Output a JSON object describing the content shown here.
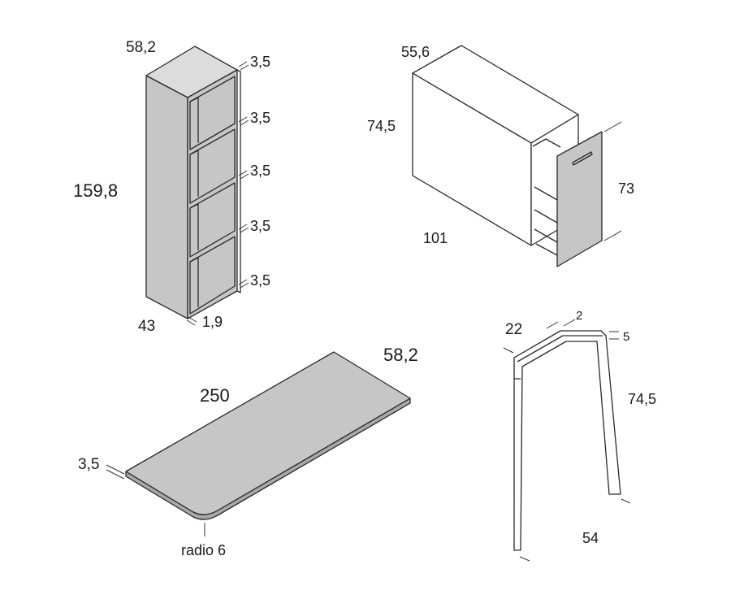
{
  "colors": {
    "panel": "#c6c6c6",
    "panel_dark": "#a8a8a8",
    "panel_light": "#dcdcdc",
    "inner": "#f4f4f4",
    "white": "#ffffff",
    "stroke": "#2a2a2a"
  },
  "bookcase": {
    "width": "58,2",
    "height": "159,8",
    "depth": "43",
    "panel_thickness": "1,9",
    "shelf_thicknesses": [
      "3,5",
      "3,5",
      "3,5",
      "3,5",
      "3,5"
    ]
  },
  "cabinet": {
    "depth": "55,6",
    "height": "74,5",
    "length": "101",
    "drawer_height": "73"
  },
  "tabletop": {
    "length": "250",
    "depth": "58,2",
    "thickness": "3,5",
    "corner_label": "radio 6"
  },
  "leg": {
    "width": "22",
    "tube": "2",
    "top": "5",
    "height": "74,5",
    "depth": "54"
  }
}
